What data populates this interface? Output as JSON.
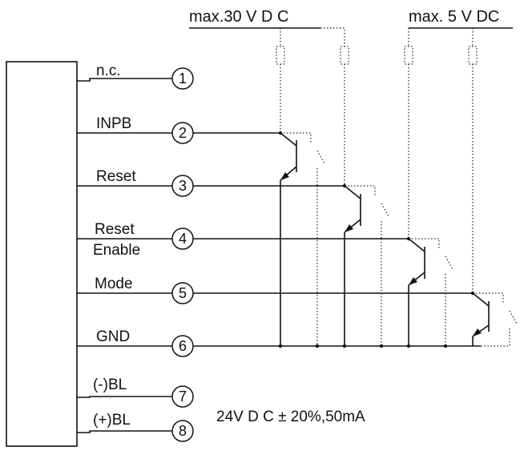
{
  "supply_labels": {
    "left": "max.30 V D C",
    "right": "max. 5 V DC"
  },
  "pins": [
    {
      "num": "1",
      "label": "n.c.",
      "label2": ""
    },
    {
      "num": "2",
      "label": "INPB",
      "label2": ""
    },
    {
      "num": "3",
      "label": "Reset",
      "label2": ""
    },
    {
      "num": "4",
      "label": "Reset",
      "label2": "Enable"
    },
    {
      "num": "5",
      "label": "Mode",
      "label2": ""
    },
    {
      "num": "6",
      "label": "GND",
      "label2": ""
    },
    {
      "num": "7",
      "label": "(-)BL",
      "label2": ""
    },
    {
      "num": "8",
      "label": "(+)BL",
      "label2": ""
    }
  ],
  "power_spec": "24V D C ± 20%,50mA"
}
